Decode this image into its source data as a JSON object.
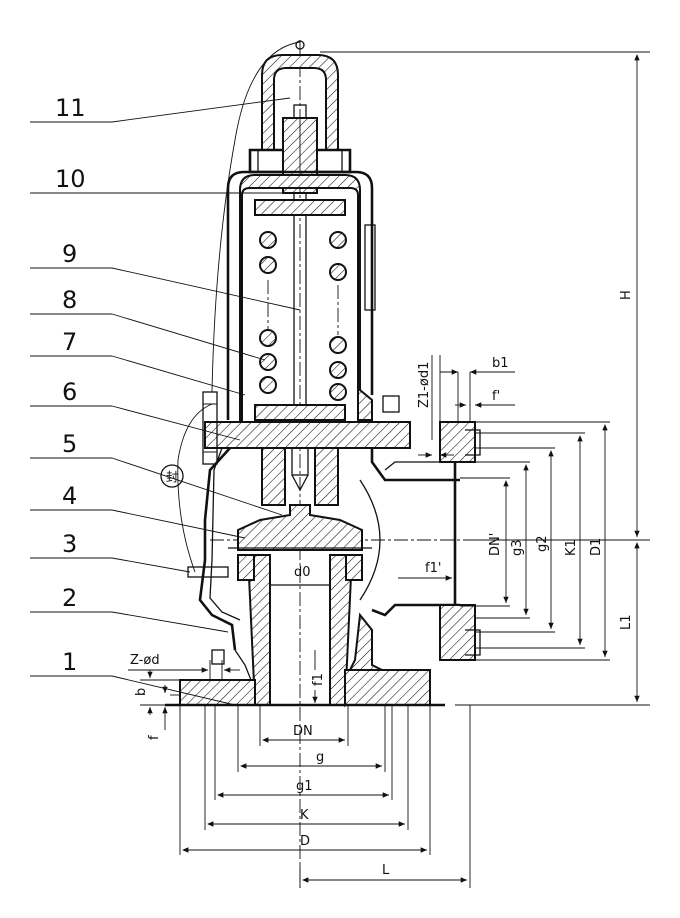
{
  "callouts": [
    {
      "id": "11",
      "label": "11"
    },
    {
      "id": "10",
      "label": "10"
    },
    {
      "id": "9",
      "label": "9"
    },
    {
      "id": "8",
      "label": "8"
    },
    {
      "id": "7",
      "label": "7"
    },
    {
      "id": "6",
      "label": "6"
    },
    {
      "id": "5",
      "label": "5"
    },
    {
      "id": "4",
      "label": "4"
    },
    {
      "id": "3",
      "label": "3"
    },
    {
      "id": "2",
      "label": "2"
    },
    {
      "id": "1",
      "label": "1"
    }
  ],
  "dimensions": {
    "H": "H",
    "L1": "L1",
    "D1": "D1",
    "K1": "K1",
    "g2": "g2",
    "g3": "g3",
    "DN_prime": "DN'",
    "f1_prime": "f1'",
    "d0": "d0",
    "Z1_d1": "Z1-ød1",
    "b1": "b1",
    "f_prime": "f'",
    "Z_d": "Z-ød",
    "b": "b",
    "f": "f",
    "f1": "f1",
    "DN": "DN",
    "g": "g",
    "g1": "g1",
    "K": "K",
    "D": "D",
    "L": "L"
  },
  "seal_label": "封"
}
